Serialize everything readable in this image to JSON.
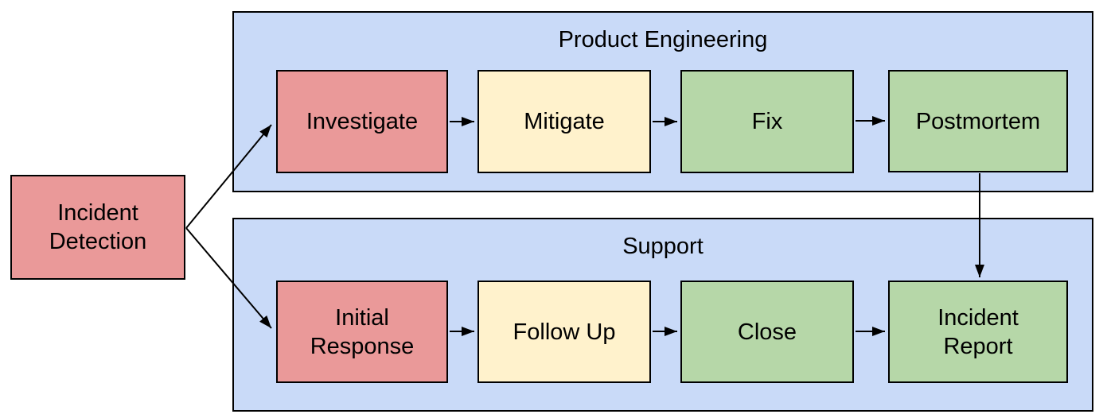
{
  "colors": {
    "background": "#ffffff",
    "lane_fill": "#c9daf8",
    "node_red": "#ea9999",
    "node_yellow": "#fff2cc",
    "node_green": "#b6d7a8",
    "border": "#000000",
    "arrow": "#000000",
    "text": "#000000"
  },
  "diagram": {
    "type": "flowchart",
    "nodes": {
      "incident_detection": {
        "label": "Incident Detection",
        "fill": "#ea9999"
      },
      "investigate": {
        "label": "Investigate",
        "fill": "#ea9999"
      },
      "mitigate": {
        "label": "Mitigate",
        "fill": "#fff2cc"
      },
      "fix": {
        "label": "Fix",
        "fill": "#b6d7a8"
      },
      "postmortem": {
        "label": "Postmortem",
        "fill": "#b6d7a8"
      },
      "initial_response": {
        "label": "Initial Response",
        "fill": "#ea9999"
      },
      "follow_up": {
        "label": "Follow Up",
        "fill": "#fff2cc"
      },
      "close": {
        "label": "Close",
        "fill": "#b6d7a8"
      },
      "incident_report": {
        "label": "Incident Report",
        "fill": "#b6d7a8"
      }
    },
    "lanes": [
      {
        "title": "Product Engineering",
        "fill": "#c9daf8",
        "nodes": [
          "investigate",
          "mitigate",
          "fix",
          "postmortem"
        ]
      },
      {
        "title": "Support",
        "fill": "#c9daf8",
        "nodes": [
          "initial_response",
          "follow_up",
          "close",
          "incident_report"
        ]
      }
    ],
    "edges": [
      {
        "from": "incident_detection",
        "to": "investigate"
      },
      {
        "from": "incident_detection",
        "to": "initial_response"
      },
      {
        "from": "investigate",
        "to": "mitigate"
      },
      {
        "from": "mitigate",
        "to": "fix"
      },
      {
        "from": "fix",
        "to": "postmortem"
      },
      {
        "from": "postmortem",
        "to": "incident_report"
      },
      {
        "from": "initial_response",
        "to": "follow_up"
      },
      {
        "from": "follow_up",
        "to": "close"
      },
      {
        "from": "close",
        "to": "incident_report"
      }
    ]
  }
}
